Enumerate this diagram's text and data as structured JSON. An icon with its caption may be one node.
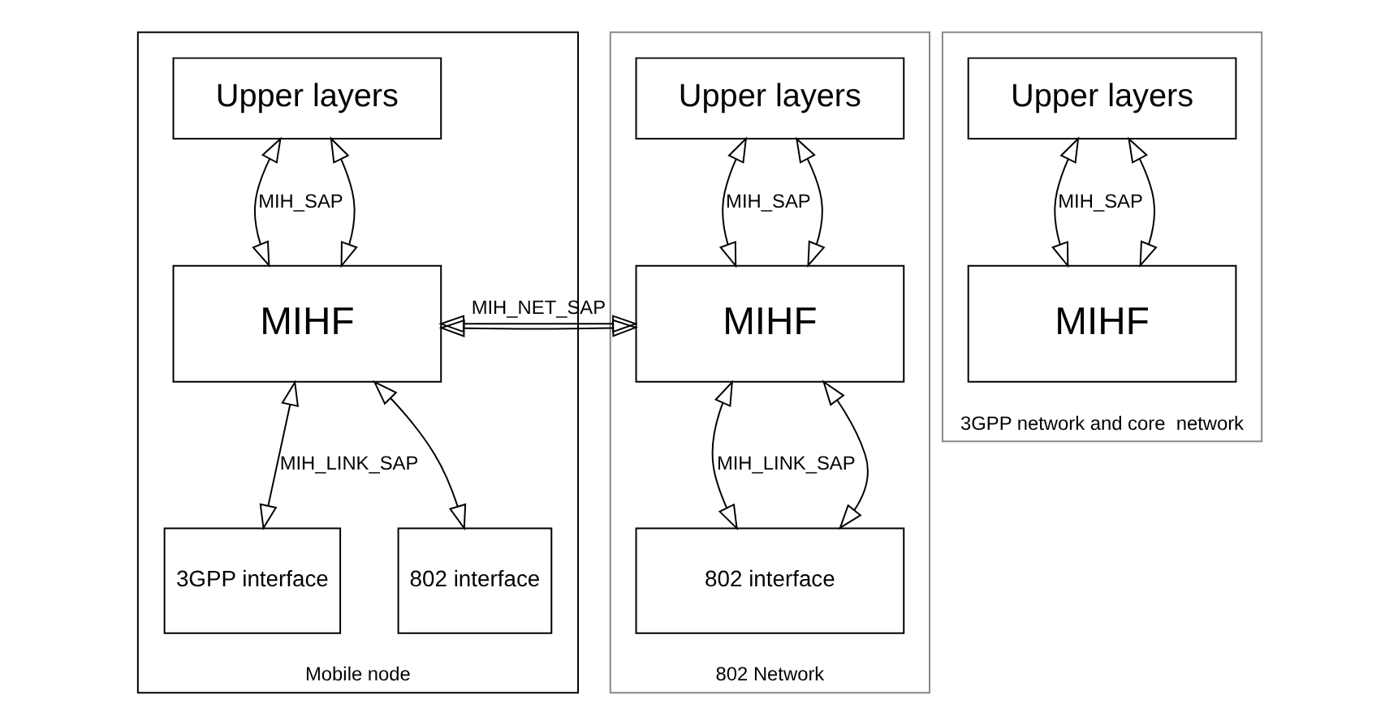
{
  "diagram": {
    "nodes": [
      {
        "text": [
          "Mobile node"
        ]
      },
      {
        "text": [
          "Upper layers"
        ],
        "in": 0
      },
      {
        "text": [
          "MIHF"
        ],
        "in": 0
      },
      {
        "text": [
          "3GPP interface"
        ],
        "in": 0
      },
      {
        "text": [
          "802 interface"
        ],
        "in": 0
      },
      {
        "text": [
          "802 Network"
        ]
      },
      {
        "text": [
          "Upper layers"
        ],
        "in": 5
      },
      {
        "text": [
          "MIHF"
        ],
        "in": 5
      },
      {
        "text": [
          "802 interface"
        ],
        "in": 5
      },
      {
        "text": [
          "3GPP network and core  network"
        ]
      },
      {
        "text": [
          "Upper layers"
        ],
        "in": 9
      },
      {
        "text": [
          "MIHF"
        ],
        "in": 9
      }
    ],
    "edges": [
      {
        "from": 1,
        "to": 2,
        "arrow": "both",
        "label": "MIH_SAP"
      },
      {
        "from": 1,
        "to": 2,
        "arrow": "both"
      },
      {
        "from": 2,
        "to": 3,
        "arrow": "both",
        "label": "MIH_LINK_SAP"
      },
      {
        "from": 2,
        "to": 4,
        "arrow": "both"
      },
      {
        "from": 2,
        "to": 7,
        "arrow": "both",
        "label": "MIH_NET_SAP"
      },
      {
        "from": 2,
        "to": 7,
        "arrow": "both"
      },
      {
        "from": 6,
        "to": 7,
        "arrow": "both",
        "label": "MIH_SAP"
      },
      {
        "from": 6,
        "to": 7,
        "arrow": "both"
      },
      {
        "from": 7,
        "to": 8,
        "arrow": "both",
        "label": "MIH_LINK_SAP"
      },
      {
        "from": 7,
        "to": 8,
        "arrow": "both"
      },
      {
        "from": 10,
        "to": 11,
        "arrow": "both",
        "label": "MIH_SAP"
      },
      {
        "from": 10,
        "to": 11,
        "arrow": "both"
      }
    ]
  }
}
